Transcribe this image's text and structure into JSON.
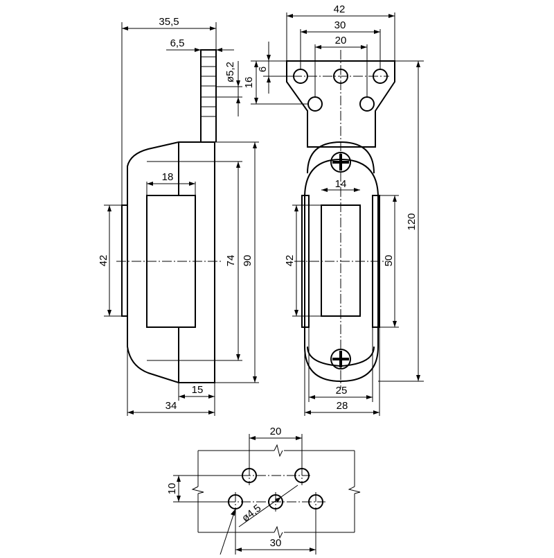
{
  "dimensions": {
    "side_width_total": "35,5",
    "side_plate_thickness": "6,5",
    "hole_diameter": "ø5,2",
    "side_opening_width": "18",
    "side_body_height_42": "42",
    "side_height_74": "74",
    "side_height_90": "90",
    "side_offset_15": "15",
    "side_width_34": "34",
    "front_width_42": "42",
    "front_hole_spacing_30": "30",
    "front_hole_spacing_20": "20",
    "front_hole_offset_6": "6",
    "front_hole_offset_16": "16",
    "front_opening_width_14": "14",
    "front_height_42": "42",
    "front_height_50": "50",
    "front_height_120": "120",
    "front_width_25": "25",
    "front_width_28": "28",
    "pattern_spacing_20": "20",
    "pattern_spacing_10": "10",
    "pattern_hole_diameter": "ø4,5",
    "pattern_spacing_30": "30"
  }
}
